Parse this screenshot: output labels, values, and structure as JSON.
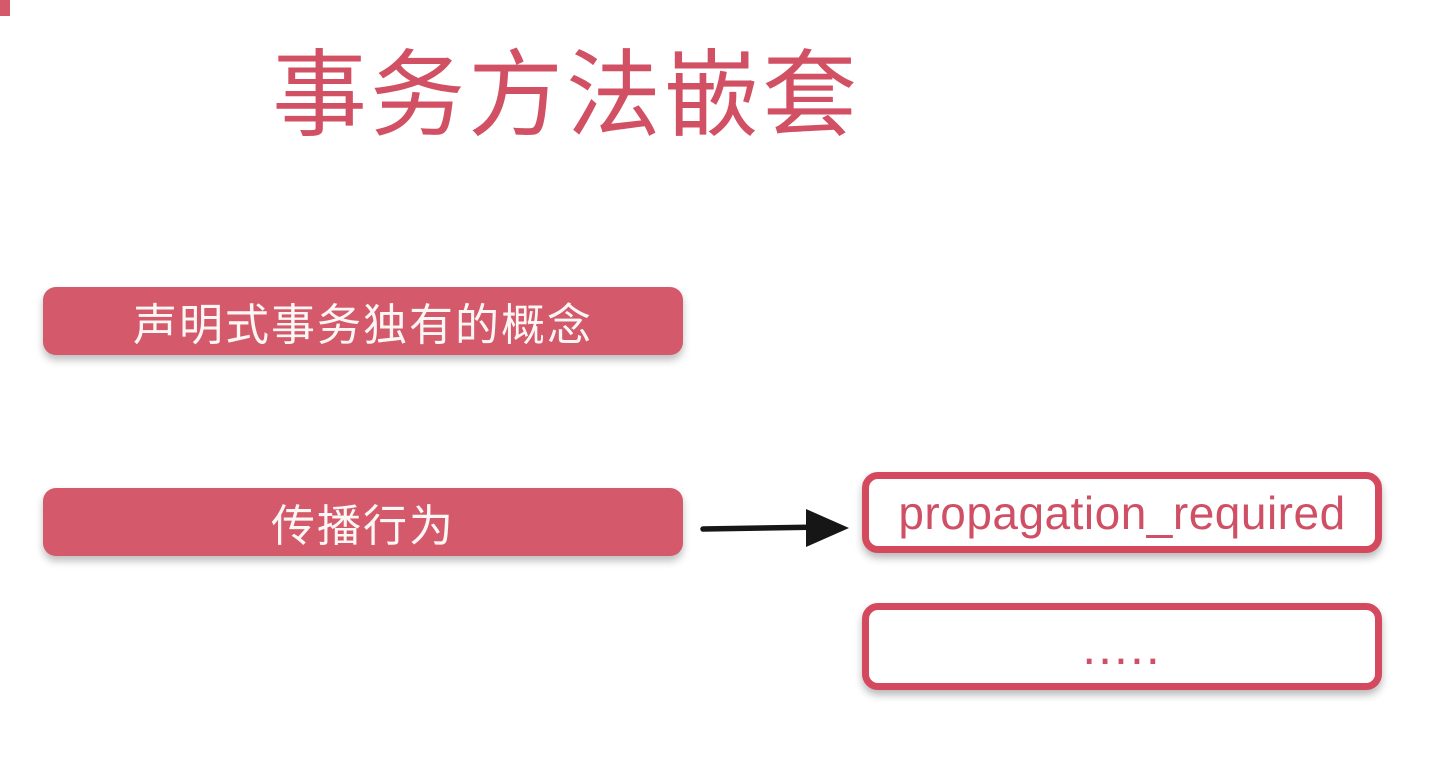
{
  "title": {
    "text": "事务方法嵌套"
  },
  "diagram": {
    "left_boxes": [
      {
        "id": "declarative-concept",
        "label": "声明式事务独有的概念"
      },
      {
        "id": "propagation-behavior",
        "label": "传播行为"
      }
    ],
    "right_boxes": [
      {
        "id": "propagation-required",
        "label": "propagation_required"
      },
      {
        "id": "more-options",
        "label": "....."
      }
    ],
    "arrow": {
      "from": "propagation-behavior",
      "to": "propagation-required",
      "direction": "right"
    }
  },
  "colors": {
    "background": "#ffffff",
    "accent_fill": "#d4596a",
    "outline_border": "#d5495f",
    "title_text": "#d15063",
    "pill_text": "#fcf6f4",
    "outline_text": "#cf5065",
    "arrow": "#161616"
  }
}
